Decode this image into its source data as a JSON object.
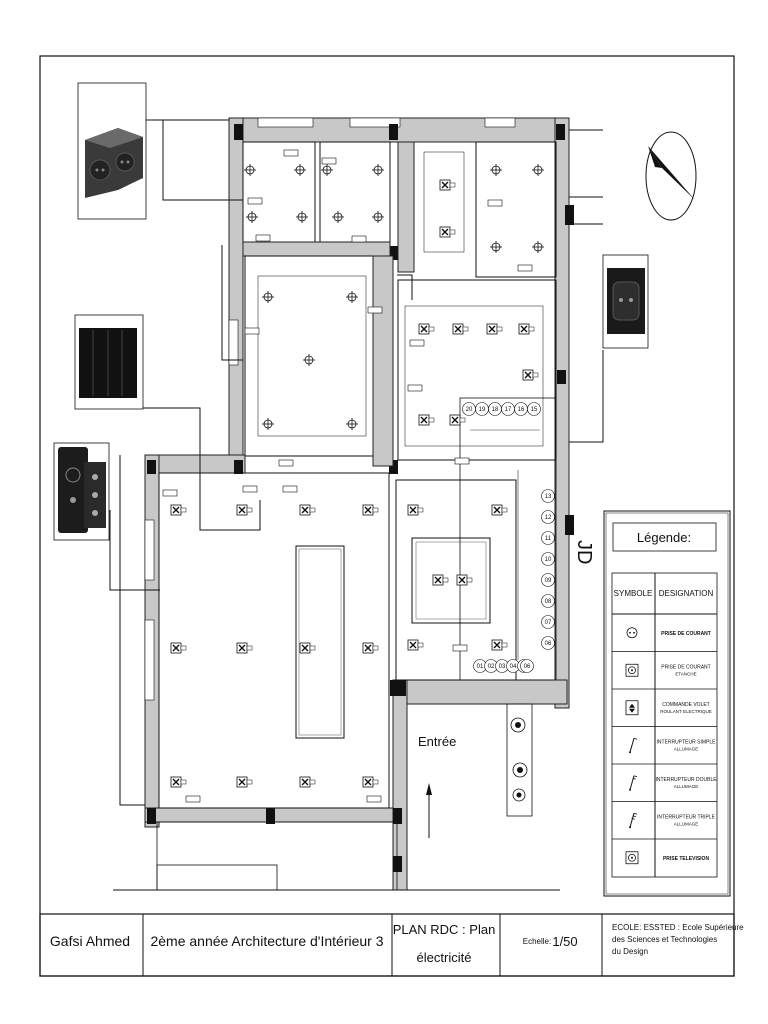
{
  "plan": {
    "entrance_label": "Entrée",
    "north_label": "JD"
  },
  "legend": {
    "title": "Légende:",
    "col_symbol": "SYMBOLE",
    "col_designation": "DESIGNATION",
    "rows": [
      {
        "icon": "socket-icon",
        "main": "PRISE DE COURANT",
        "sub": ""
      },
      {
        "icon": "waterproof-socket-icon",
        "main": "PRISE DE COURANT",
        "sub": "ETANCHE"
      },
      {
        "icon": "shutter-control-icon",
        "main": "COMMANDE VOLET",
        "sub": "ROULANT ELECTRIQUE"
      },
      {
        "icon": "single-switch-icon",
        "main": "INTERRUPTEUR SIMPLE",
        "sub": "ALLUMAGE"
      },
      {
        "icon": "double-switch-icon",
        "main": "INTERRUPTEUR DOUBLE",
        "sub": "ALLUMAGE"
      },
      {
        "icon": "triple-switch-icon",
        "main": "INTERRUPTEUR TRIPLE",
        "sub": "ALLUMAGE"
      },
      {
        "icon": "tv-socket-icon",
        "main": "PRISE TELEVISION",
        "sub": ""
      }
    ]
  },
  "stairs": {
    "steps_top": [
      "20",
      "19",
      "18",
      "17",
      "16",
      "15"
    ],
    "steps_right": [
      "13",
      "12",
      "11",
      "10",
      "09",
      "08",
      "07",
      "06"
    ],
    "steps_bottom": [
      "01",
      "02",
      "03",
      "04",
      "05"
    ]
  },
  "title_block": {
    "author": "Gafsi Ahmed",
    "course": "2ème année Architecture d'Intérieur 3",
    "drawing_line1": "PLAN RDC : Plan",
    "drawing_line2": "électricité",
    "scale_label": "Echelle:",
    "scale_value": "1/50",
    "school_line1": "ECOLE: ESSTED : Ecole Supérieure",
    "school_line2": "des Sciences et Technologies",
    "school_line3": "du Design"
  }
}
